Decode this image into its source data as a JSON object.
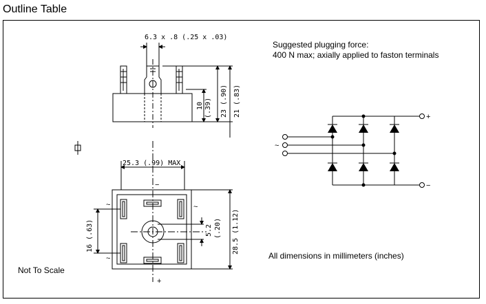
{
  "title": "Outline Table",
  "notes": {
    "force_line1": "Suggested plugging force:",
    "force_line2": "400 N max; axially applied to faston terminals",
    "dimensions": "All dimensions in millimeters (inches)",
    "scale": "Not To Scale"
  },
  "dims": {
    "terminal": "6.3 x .8 (.25 x .03)",
    "h10": "10",
    "h10_in": "(.39)",
    "h23": "23 (.90)",
    "h21": "21 (.83)",
    "width": "25.3 (.99) MAX",
    "left16": "16 (.63)",
    "hole": "5.2",
    "hole_in": "(.20)",
    "body": "28.5 (1.12)"
  },
  "symbols": {
    "ac": "~",
    "plus": "+",
    "minus": "−"
  },
  "colors": {
    "line": "#000000",
    "background": "#ffffff"
  }
}
